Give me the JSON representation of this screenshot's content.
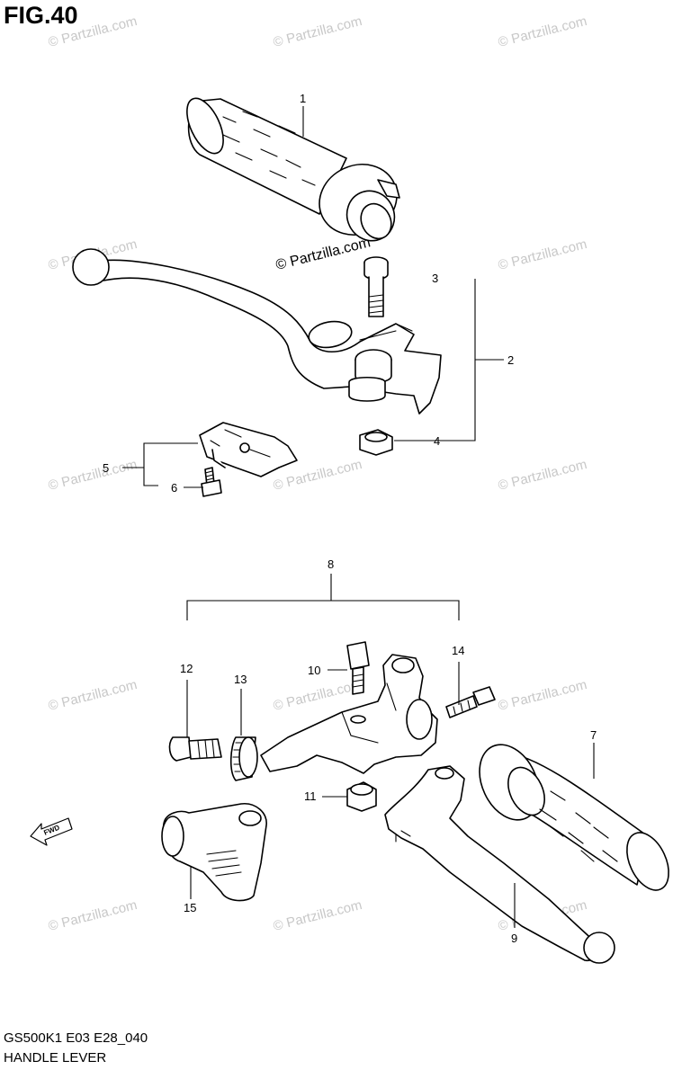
{
  "figure": {
    "title": "FIG.40",
    "model_code": "GS500K1 E03 E28_040",
    "name": "HANDLE LEVER"
  },
  "watermark": {
    "text": "© Partzilla.com",
    "prominent_text": "© Partzilla.com"
  },
  "callouts": {
    "c1": "1",
    "c2": "2",
    "c3": "3",
    "c4": "4",
    "c5": "5",
    "c6": "6",
    "c7": "7",
    "c8": "8",
    "c9": "9",
    "c10": "10",
    "c11": "11",
    "c12": "12",
    "c13": "13",
    "c14": "14",
    "c15": "15"
  },
  "fwd_arrow_label": "FWD"
}
